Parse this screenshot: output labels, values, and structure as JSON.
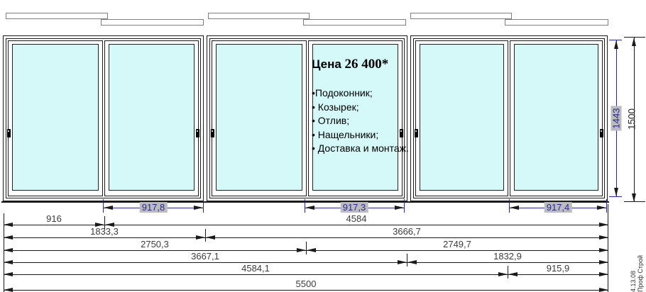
{
  "offer": {
    "price_label": "Цена",
    "price_value": "26 400*",
    "items": [
      "•Подоконник;",
      "• Козырек;",
      "• Отлив;",
      "• Нащельники;",
      "• Доставка и монтаж."
    ]
  },
  "dimensions": {
    "horizontal_rows": [
      {
        "left": "916",
        "right": "4584"
      },
      {
        "left": "1833,3",
        "right": "3666,7"
      },
      {
        "left": "2750,3",
        "right": "2749,7"
      },
      {
        "left": "3667,1",
        "right": "1832,9"
      },
      {
        "left": "4584,1",
        "right": "915,9"
      },
      {
        "total": "5500"
      }
    ],
    "sash_widths": [
      "917,8",
      "917,3",
      "917,4"
    ],
    "vertical": {
      "sash_height": "1443",
      "total_height": "1500"
    }
  },
  "footer": {
    "doc_code": "4.13.08",
    "company": "Проф Строй"
  },
  "colors": {
    "glass": "#d5f8f8",
    "blue": "#2525a0",
    "line": "#1a1a1a",
    "label_bg": "#bcbcbc",
    "plan_border": "#7f7f7f",
    "text_dim": "#3c3c3c"
  }
}
